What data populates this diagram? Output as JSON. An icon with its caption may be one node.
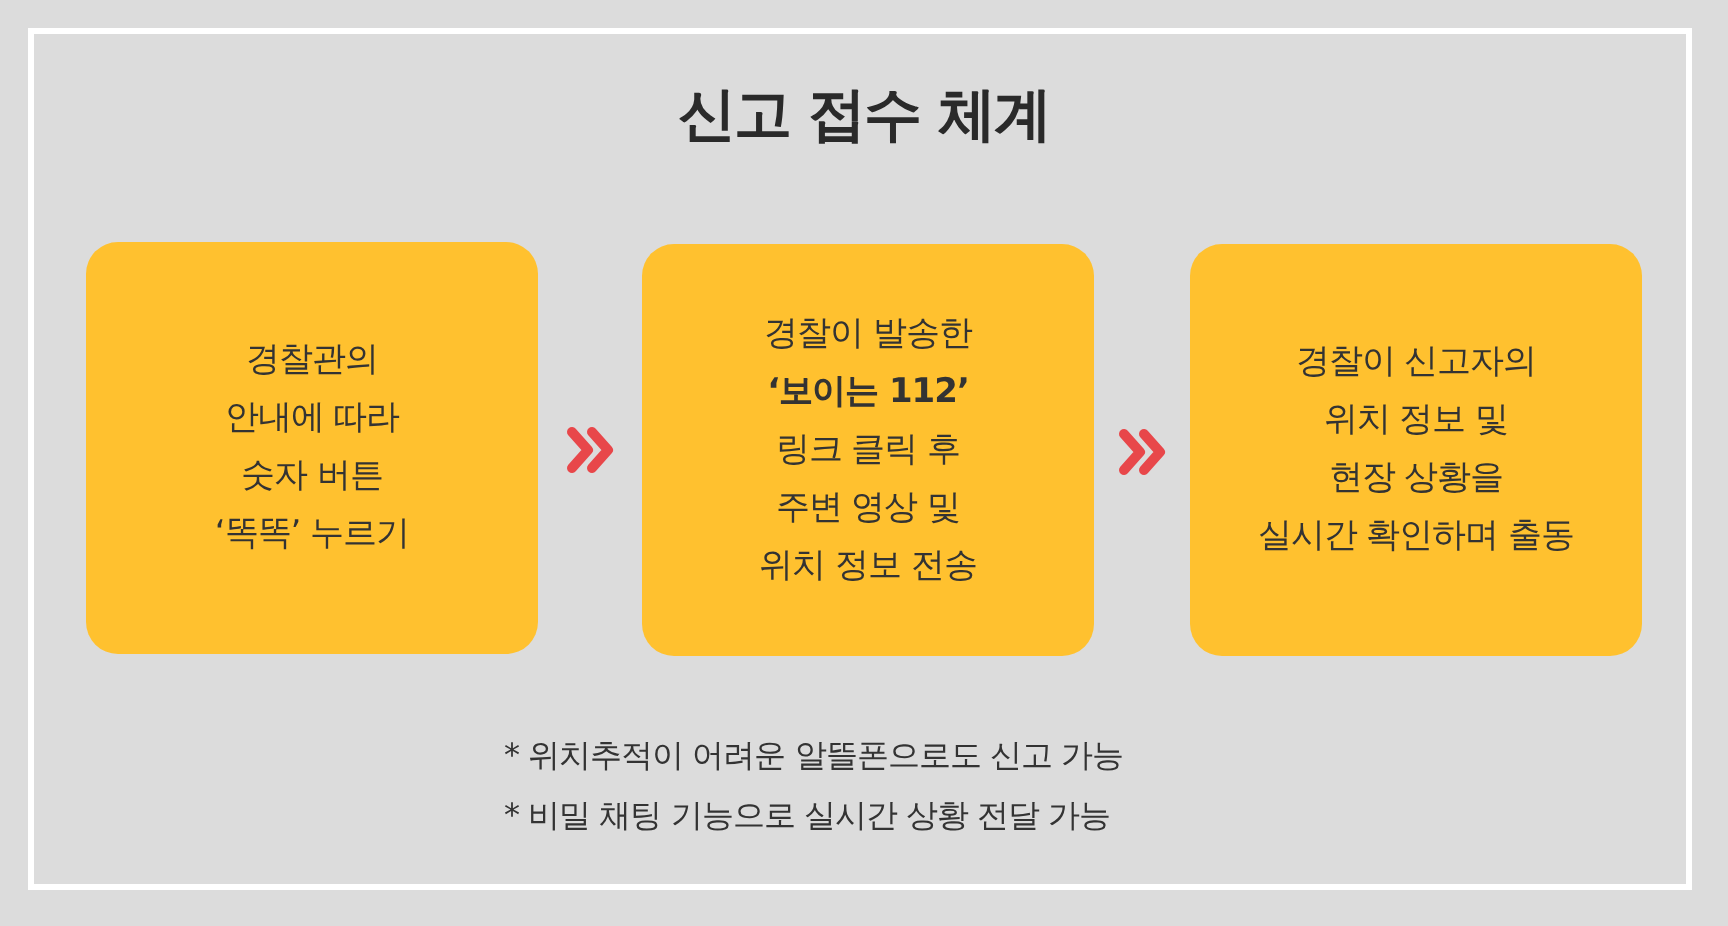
{
  "diagram": {
    "title": "신고 접수 체계",
    "nodes": [
      {
        "text": [
          "경찰관의 안내에 따라 숫자 버튼 ‘똑똑’ 누르기"
        ]
      },
      {
        "text": [
          "경찰이 발송한 **‘보이는 112’** 링크 클릭 후 주변 영상 및 위치 정보 전송"
        ]
      },
      {
        "text": [
          "경찰이 신고자의 위치 정보 및 현장 상황을 실시간 확인하며 출동"
        ]
      }
    ],
    "edges": [
      {
        "from": 0,
        "to": 1,
        "arrow": "to"
      },
      {
        "from": 1,
        "to": 2,
        "arrow": "to"
      }
    ],
    "labels": [
      "* 위치추적이 어려운 알뜰폰으로도 신고 가능",
      "* 비밀 채팅 기능으로 실시간 상황 전달 가능"
    ]
  }
}
